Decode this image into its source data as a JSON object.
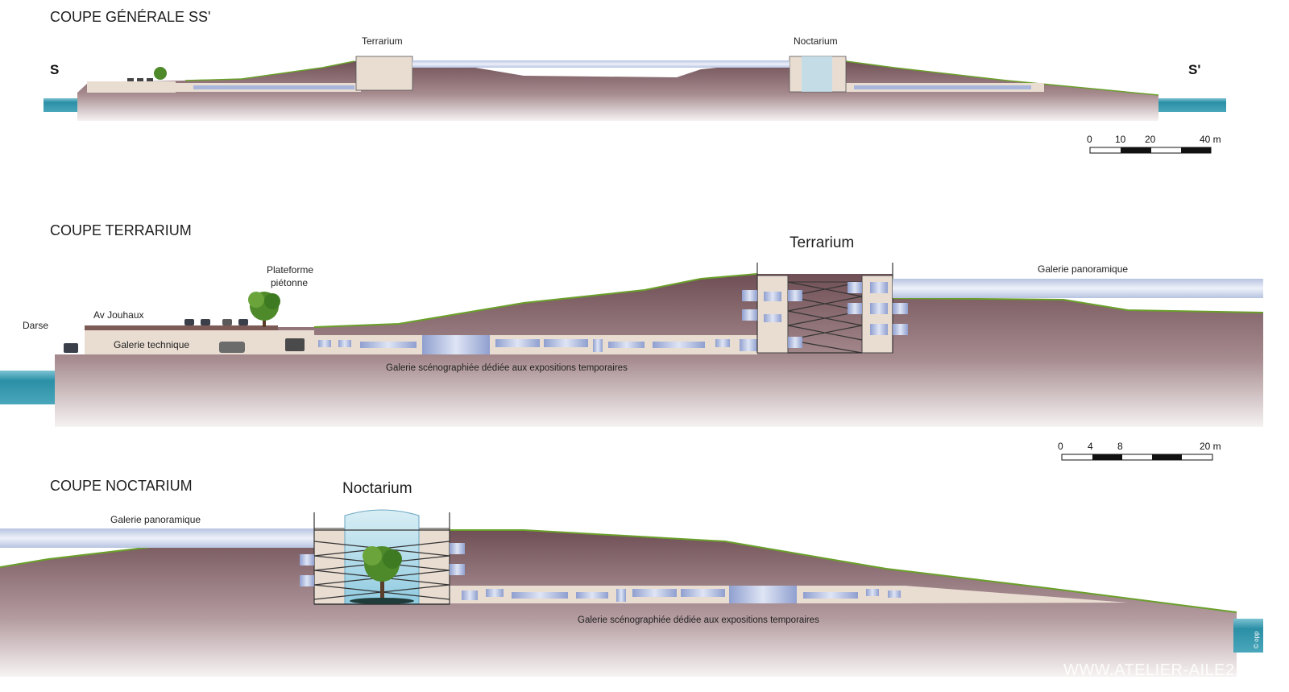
{
  "sections": {
    "general": {
      "title": "COUPE GÉNÉRALE SS'",
      "label_terrarium": "Terrarium",
      "label_noctarium": "Noctarium",
      "marker_left": "S",
      "marker_right": "S'",
      "scale": {
        "ticks": [
          "0",
          "10",
          "20",
          "40 m"
        ]
      }
    },
    "terrarium": {
      "title": "COUPE TERRARIUM",
      "heading": "Terrarium",
      "label_darse": "Darse",
      "label_av": "Av Jouhaux",
      "label_plateforme_1": "Plateforme",
      "label_plateforme_2": "piétonne",
      "label_galerie_technique": "Galerie technique",
      "label_galerie_panoramique": "Galerie panoramique",
      "label_galerie_scenographiee": "Galerie scénographiée dédiée aux expositions temporaires",
      "scale": {
        "ticks": [
          "0",
          "4",
          "8",
          "20 m"
        ]
      }
    },
    "noctarium": {
      "title": "COUPE NOCTARIUM",
      "heading": "Noctarium",
      "label_galerie_panoramique": "Galerie panoramique",
      "label_galerie_scenographiee": "Galerie scénographiée dédiée aux expositions temporaires"
    }
  },
  "watermark": "WWW.ATELIER-AILE2.FR",
  "copyright": "© opp",
  "colors": {
    "earth_top": "#7a5a5e",
    "earth_bottom": "#f3eeee",
    "grass": "#6aa02a",
    "water": "#2f93a8",
    "gallery": "#e9ddd2",
    "glass": "#9fb0d8",
    "tree": "#4f8a2a"
  }
}
